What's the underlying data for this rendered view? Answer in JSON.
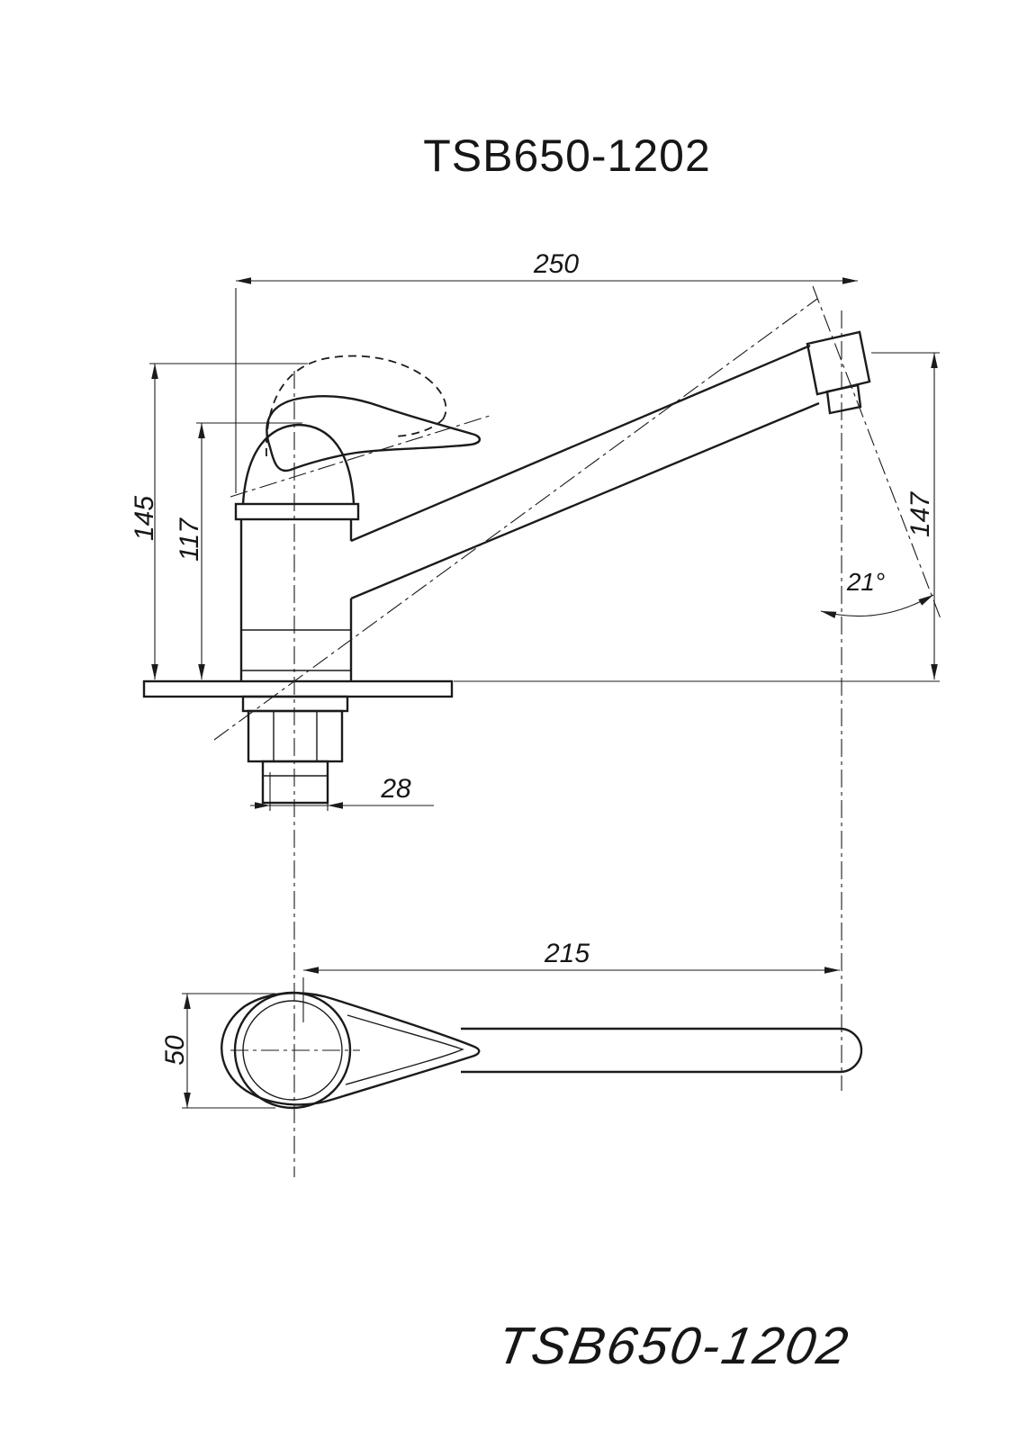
{
  "title": "TSB650-1202",
  "signature": "TSB650-1202",
  "drawing": {
    "type": "technical-drawing",
    "subject": "single-lever sink mixer faucet",
    "views": [
      "side-elevation",
      "top-plan"
    ],
    "line_color": "#1b1b1b",
    "background": "#ffffff"
  },
  "dimensions": {
    "overall_length": "250",
    "overall_height": "145",
    "body_height": "117",
    "outlet_height": "147",
    "outlet_angle": "21°",
    "shank_diameter": "28",
    "spout_reach": "215",
    "handle_width": "50"
  }
}
